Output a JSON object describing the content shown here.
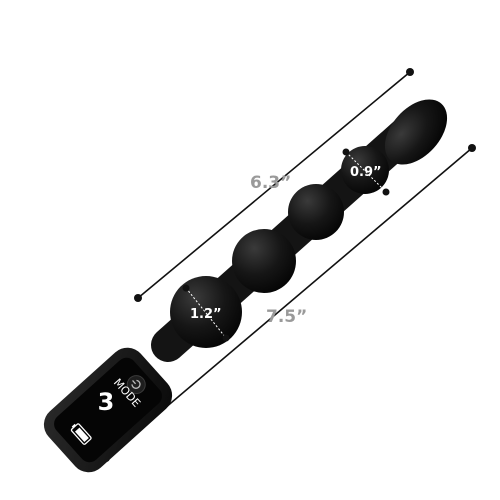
{
  "product": {
    "body_color": "#141414",
    "screen_color": "#050505",
    "lcd_text_color": "#ffffff"
  },
  "dimensions": {
    "insertable_length": "6.3”",
    "total_length": "7.5”",
    "small_bead_diameter": "0.9”",
    "large_bead_diameter": "1.2”",
    "label_color": "#9a9a9a",
    "bead_label_color": "#ffffff"
  },
  "lcd": {
    "mode_label": "MODE",
    "mode_value": "3",
    "icons": [
      "power-icon",
      "battery-icon"
    ]
  }
}
